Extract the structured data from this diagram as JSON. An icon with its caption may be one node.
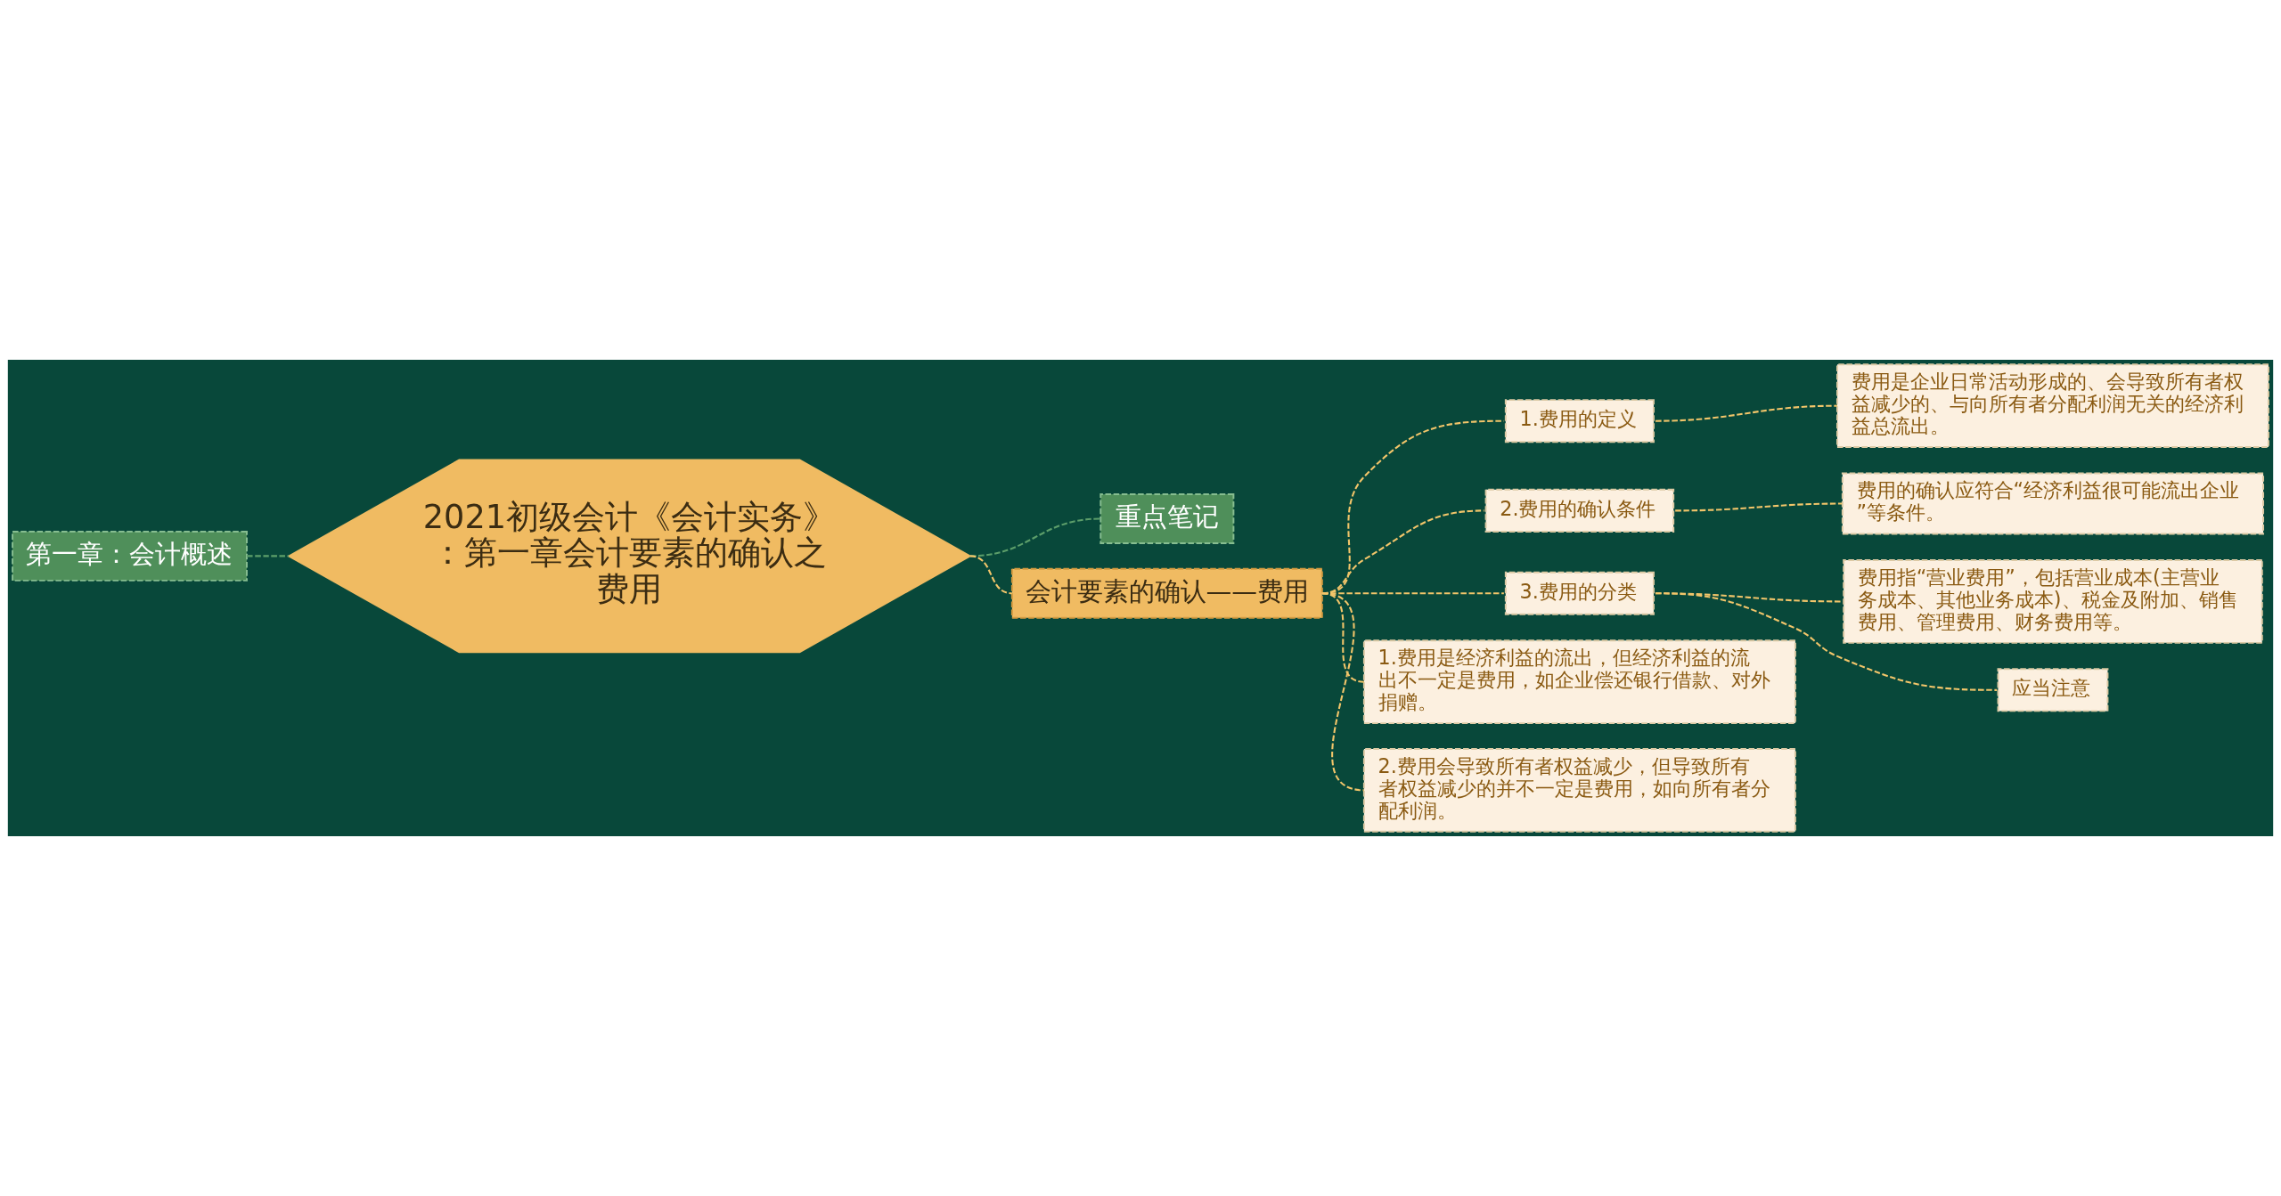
{
  "diagram": {
    "nodes": [
      {
        "text": [
          "2021初级会计《会计实务》：第一章会计要素的确认之费用"
        ]
      },
      {
        "text": [
          "第一章：会计概述"
        ]
      },
      {
        "text": [
          "重点笔记"
        ]
      },
      {
        "text": [
          "会计要素的确认——费用"
        ]
      },
      {
        "text": [
          "1.费用的定义"
        ]
      },
      {
        "text": [
          "费用是企业日常活动形成的、会导致所有者权益减少的、与向所有者分配利润无关的经济利益总流出。"
        ]
      },
      {
        "text": [
          "2.费用的确认条件"
        ]
      },
      {
        "text": [
          "费用的确认应符合“经济利益很可能流出企业”等条件。"
        ]
      },
      {
        "text": [
          "3.费用的分类"
        ]
      },
      {
        "text": [
          "费用指“营业费用”，包括营业成本(主营业务成本、其他业务成本)、税金及附加、销售费用、管理费用、财务费用等。"
        ]
      },
      {
        "text": [
          "应当注意"
        ]
      },
      {
        "text": [
          "1.费用是经济利益的流出，但经济利益的流出不一定是费用，如企业偿还银行借款、对外捐赠。"
        ]
      },
      {
        "text": [
          "2.费用会导致所有者权益减少，但导致所有者权益减少的并不一定是费用，如向所有者分配利润。"
        ]
      }
    ],
    "edges": [
      {
        "from": 1,
        "to": 0,
        "arrow": "none",
        "style": "dashed",
        "color": "#5c9e6a"
      },
      {
        "from": 0,
        "to": 2,
        "arrow": "none",
        "style": "dashed",
        "color": "#5c9e6a"
      },
      {
        "from": 0,
        "to": 3,
        "arrow": "none",
        "style": "dashed"
      },
      {
        "from": 3,
        "to": 4,
        "arrow": "none",
        "style": "dashed"
      },
      {
        "from": 4,
        "to": 5,
        "arrow": "none",
        "style": "dashed"
      },
      {
        "from": 3,
        "to": 6,
        "arrow": "none",
        "style": "dashed"
      },
      {
        "from": 6,
        "to": 7,
        "arrow": "none",
        "style": "dashed"
      },
      {
        "from": 3,
        "to": 8,
        "arrow": "none",
        "style": "dashed"
      },
      {
        "from": 8,
        "to": 9,
        "arrow": "none",
        "style": "dashed"
      },
      {
        "from": 8,
        "to": 10,
        "arrow": "none",
        "style": "dashed"
      },
      {
        "from": 3,
        "to": 11,
        "arrow": "none",
        "style": "dashed"
      },
      {
        "from": 3,
        "to": 12,
        "arrow": "none",
        "style": "dashed"
      }
    ]
  }
}
